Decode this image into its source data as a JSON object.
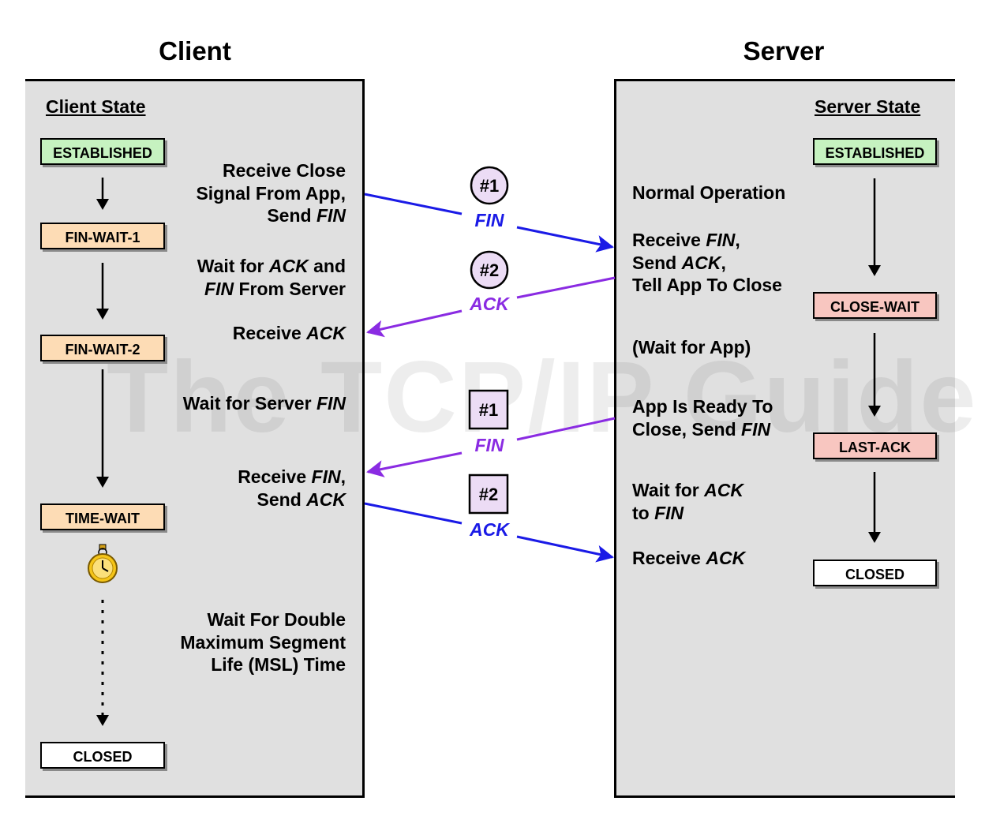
{
  "client": {
    "title": "Client",
    "state_heading": "Client State",
    "states": [
      "ESTABLISHED",
      "FIN-WAIT-1",
      "FIN-WAIT-2",
      "TIME-WAIT",
      "CLOSED"
    ],
    "labels": [
      [
        "Receive Close",
        "Signal From App,",
        "Send FIN"
      ],
      [
        "Wait for ACK and",
        "FIN From Server"
      ],
      [
        "Receive ACK"
      ],
      [
        "Wait for Server FIN"
      ],
      [
        "Receive FIN,",
        "Send ACK"
      ],
      [
        "Wait For Double",
        "Maximum Segment",
        "Life (MSL) Time"
      ]
    ]
  },
  "server": {
    "title": "Server",
    "state_heading": "Server State",
    "states": [
      "ESTABLISHED",
      "CLOSE-WAIT",
      "LAST-ACK",
      "CLOSED"
    ],
    "labels": [
      [
        "Normal Operation"
      ],
      [
        "Receive FIN,",
        "Send ACK,",
        "Tell App To Close"
      ],
      [
        "(Wait for App)"
      ],
      [
        "App Is Ready To",
        "Close, Send FIN"
      ],
      [
        "Wait for ACK",
        "to FIN"
      ],
      [
        "Receive ACK"
      ]
    ]
  },
  "messages": [
    {
      "number": "#1",
      "label": "FIN",
      "color": "#1a1ae6"
    },
    {
      "number": "#2",
      "label": "ACK",
      "color": "#8a2be2"
    },
    {
      "number": "#1",
      "label": "FIN",
      "color": "#8a2be2"
    },
    {
      "number": "#2",
      "label": "ACK",
      "color": "#1a1ae6"
    }
  ],
  "watermark": "The TCP/IP Guide",
  "colors": {
    "panel": "#e0e0e0",
    "established": "#c6f2c0",
    "fin_wait": "#fddcb5",
    "close_wait": "#f8c6c0",
    "closed": "#ffffff",
    "fin_blue": "#1a1ae6",
    "ack_purple": "#8a2be2"
  }
}
